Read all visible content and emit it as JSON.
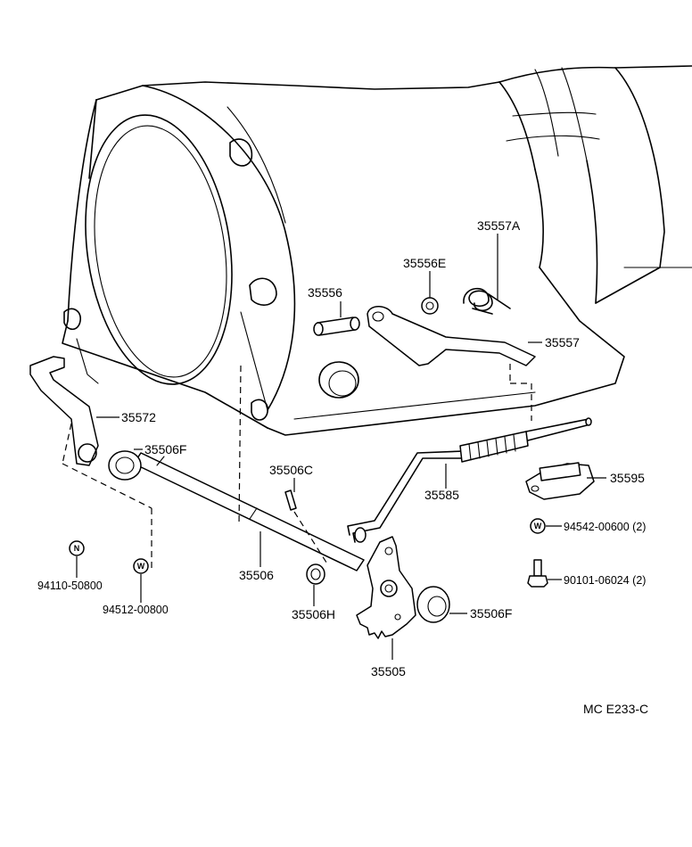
{
  "diagram_code": "MC  E233-C",
  "parts": {
    "p35557A": "35557A",
    "p35556E": "35556E",
    "p35556": "35556",
    "p35557": "35557",
    "p35572": "35572",
    "p35506F_left": "35506F",
    "p35506C": "35506C",
    "p35585": "35585",
    "p35595": "35595",
    "p94542": "94542-00600 (2)",
    "p90101": "90101-06024 (2)",
    "p94110": "94110-50800",
    "p94512": "94512-00800",
    "p35506": "35506",
    "p35506H": "35506H",
    "p35506F_right": "35506F",
    "p35505": "35505"
  },
  "badges": {
    "nut_badge": "N",
    "washer_badge_right": "W",
    "washer_badge_left": "W"
  }
}
